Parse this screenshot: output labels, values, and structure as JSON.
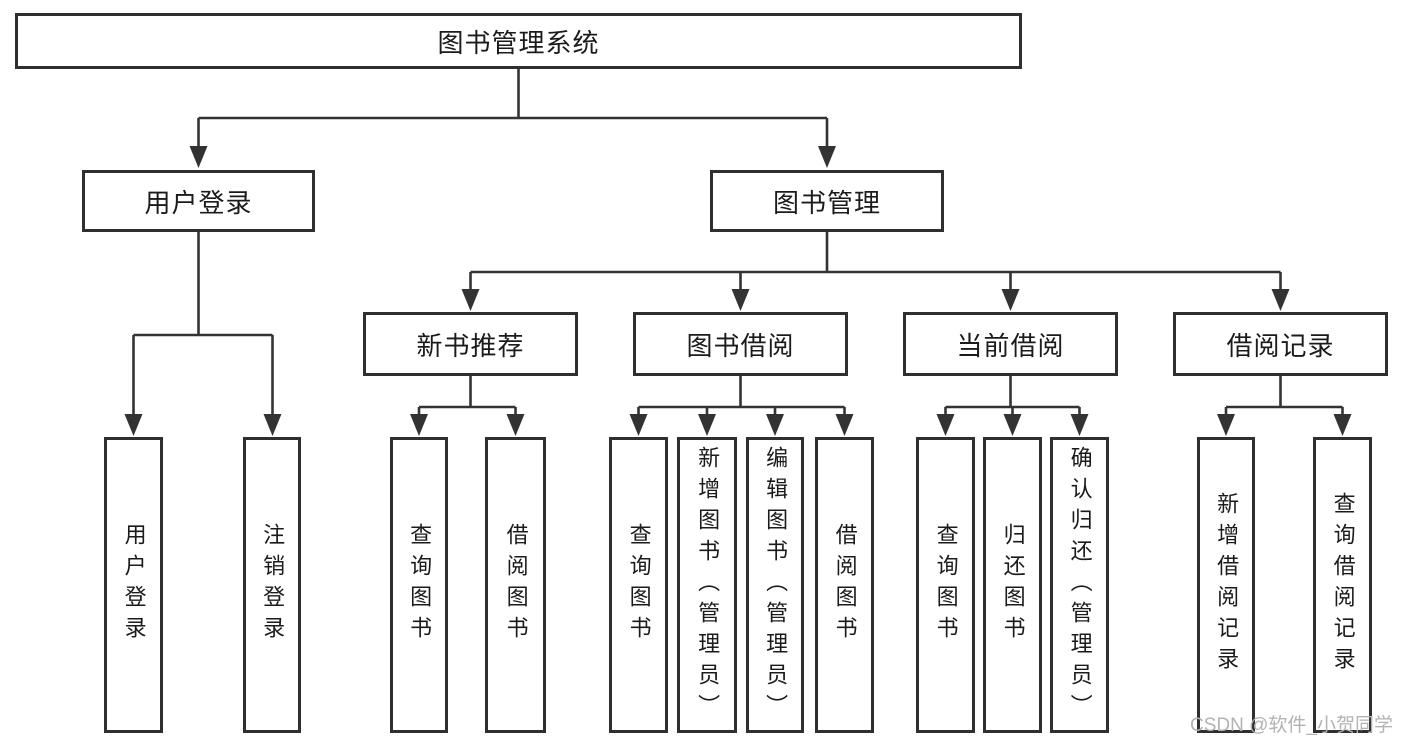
{
  "colors": {
    "line": "#333333",
    "box_border": "#2f2f2f",
    "text": "#1b1b1b",
    "watermark": "#b3b3b3",
    "background": "#ffffff"
  },
  "watermark": {
    "text": "CSDN @软件_小贺同学"
  },
  "tree": {
    "label": "图书管理系统",
    "children": [
      {
        "label": "用户登录",
        "children": [
          {
            "label": "用户登录"
          },
          {
            "label": "注销登录"
          }
        ]
      },
      {
        "label": "图书管理",
        "children": [
          {
            "label": "新书推荐",
            "children": [
              {
                "label": "查询图书"
              },
              {
                "label": "借阅图书"
              }
            ]
          },
          {
            "label": "图书借阅",
            "children": [
              {
                "label": "查询图书"
              },
              {
                "label": "新增图书（管理员）"
              },
              {
                "label": "编辑图书（管理员）"
              },
              {
                "label": "借阅图书"
              }
            ]
          },
          {
            "label": "当前借阅",
            "children": [
              {
                "label": "查询图书"
              },
              {
                "label": "归还图书"
              },
              {
                "label": "确认归还（管理员）"
              }
            ]
          },
          {
            "label": "借阅记录",
            "children": [
              {
                "label": "新增借阅记录"
              },
              {
                "label": "查询借阅记录"
              }
            ]
          }
        ]
      }
    ]
  }
}
